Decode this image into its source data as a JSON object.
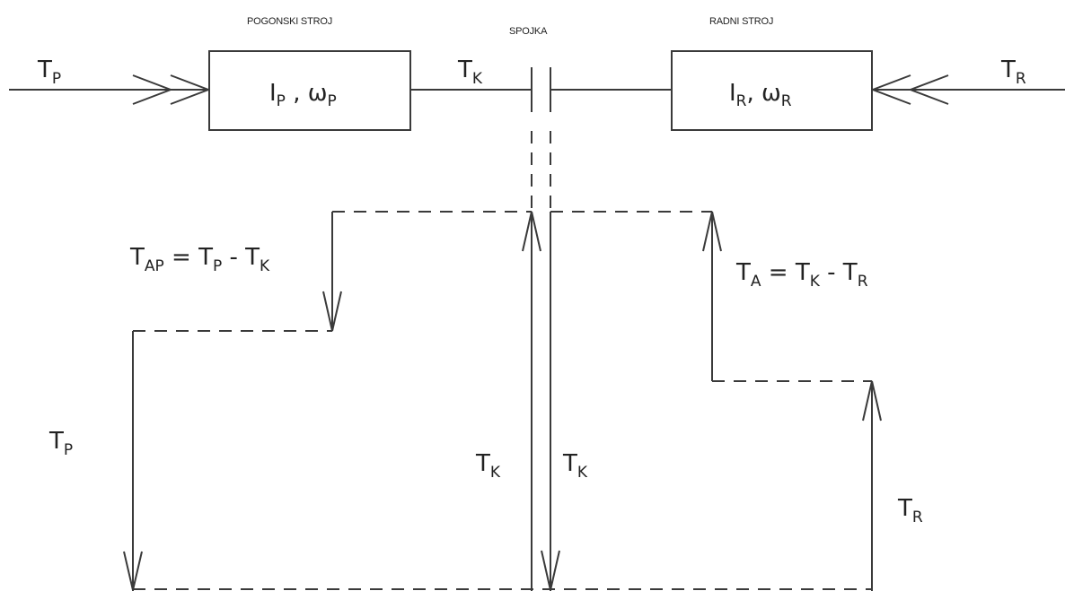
{
  "header": {
    "drive_machine": "POGONSKI STROJ",
    "coupling": "SPOJKA",
    "work_machine": "RADNI STROJ"
  },
  "boxes": {
    "drive": {
      "I": "I",
      "I_sub": "P",
      "sep": " , ",
      "w": "ω",
      "w_sub": "P"
    },
    "work": {
      "I": "I",
      "I_sub": "R",
      "sep": ", ",
      "w": "ω",
      "w_sub": "R"
    }
  },
  "labels": {
    "tp_top": {
      "main": "T",
      "sub": "P"
    },
    "tk_top": {
      "main": "T",
      "sub": "K"
    },
    "tr_top": {
      "main": "T",
      "sub": "R"
    },
    "tap_eq": {
      "a": "T",
      "a_sub": "AP",
      "b": " = T",
      "b_sub": "P",
      "c": " - T",
      "c_sub": "K"
    },
    "ta_eq": {
      "a": "T",
      "a_sub": "A",
      "b": " = T",
      "b_sub": "K",
      "c": " - T",
      "c_sub": "R"
    },
    "tp_left": {
      "main": "T",
      "sub": "P"
    },
    "tk_left": {
      "main": "T",
      "sub": "K"
    },
    "tk_right": {
      "main": "T",
      "sub": "K"
    },
    "tr_bottom": {
      "main": "T",
      "sub": "R"
    }
  },
  "colors": {
    "stroke": "#3a3a3a",
    "text": "#222222",
    "background": "#ffffff"
  }
}
